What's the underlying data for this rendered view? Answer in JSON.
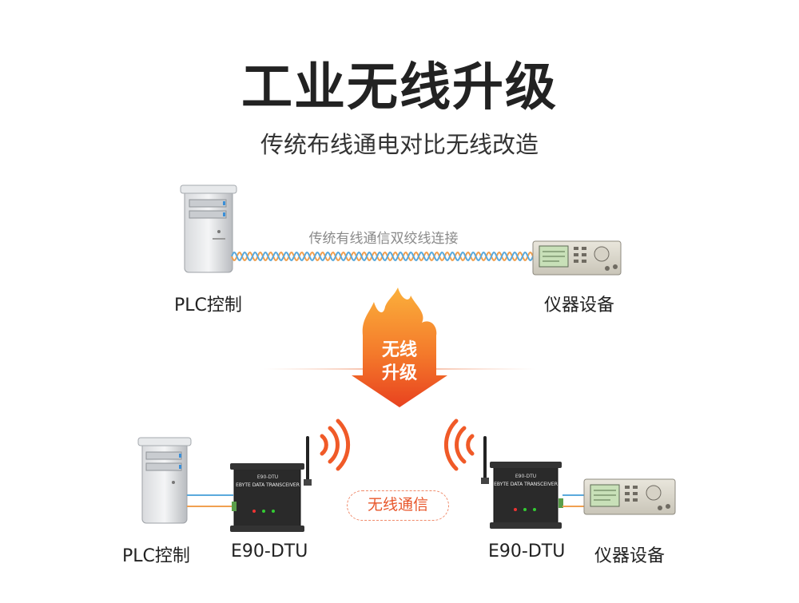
{
  "title": "工业无线升级",
  "subtitle": "传统布线通电对比无线改造",
  "wired_link": {
    "label": "传统有线通信双绞线连接"
  },
  "top_row": {
    "plc_label": "PLC控制",
    "instrument_label": "仪器设备"
  },
  "upgrade_badge": {
    "line1": "无线",
    "line2": "升级"
  },
  "bottom_row": {
    "plc_label": "PLC控制",
    "left_dtu_label": "E90-DTU",
    "wireless_label": "无线通信",
    "right_dtu_label": "E90-DTU",
    "instrument_label": "仪器设备"
  },
  "device": {
    "brand": "EBYTE",
    "model": "E90-DTU",
    "caption": "DATA TRANSCEIVER"
  },
  "colors": {
    "accent": "#f05a28",
    "flame_top": "#fbb03b",
    "cable_blue": "#5aa9dc",
    "cable_orange": "#f0a050"
  }
}
